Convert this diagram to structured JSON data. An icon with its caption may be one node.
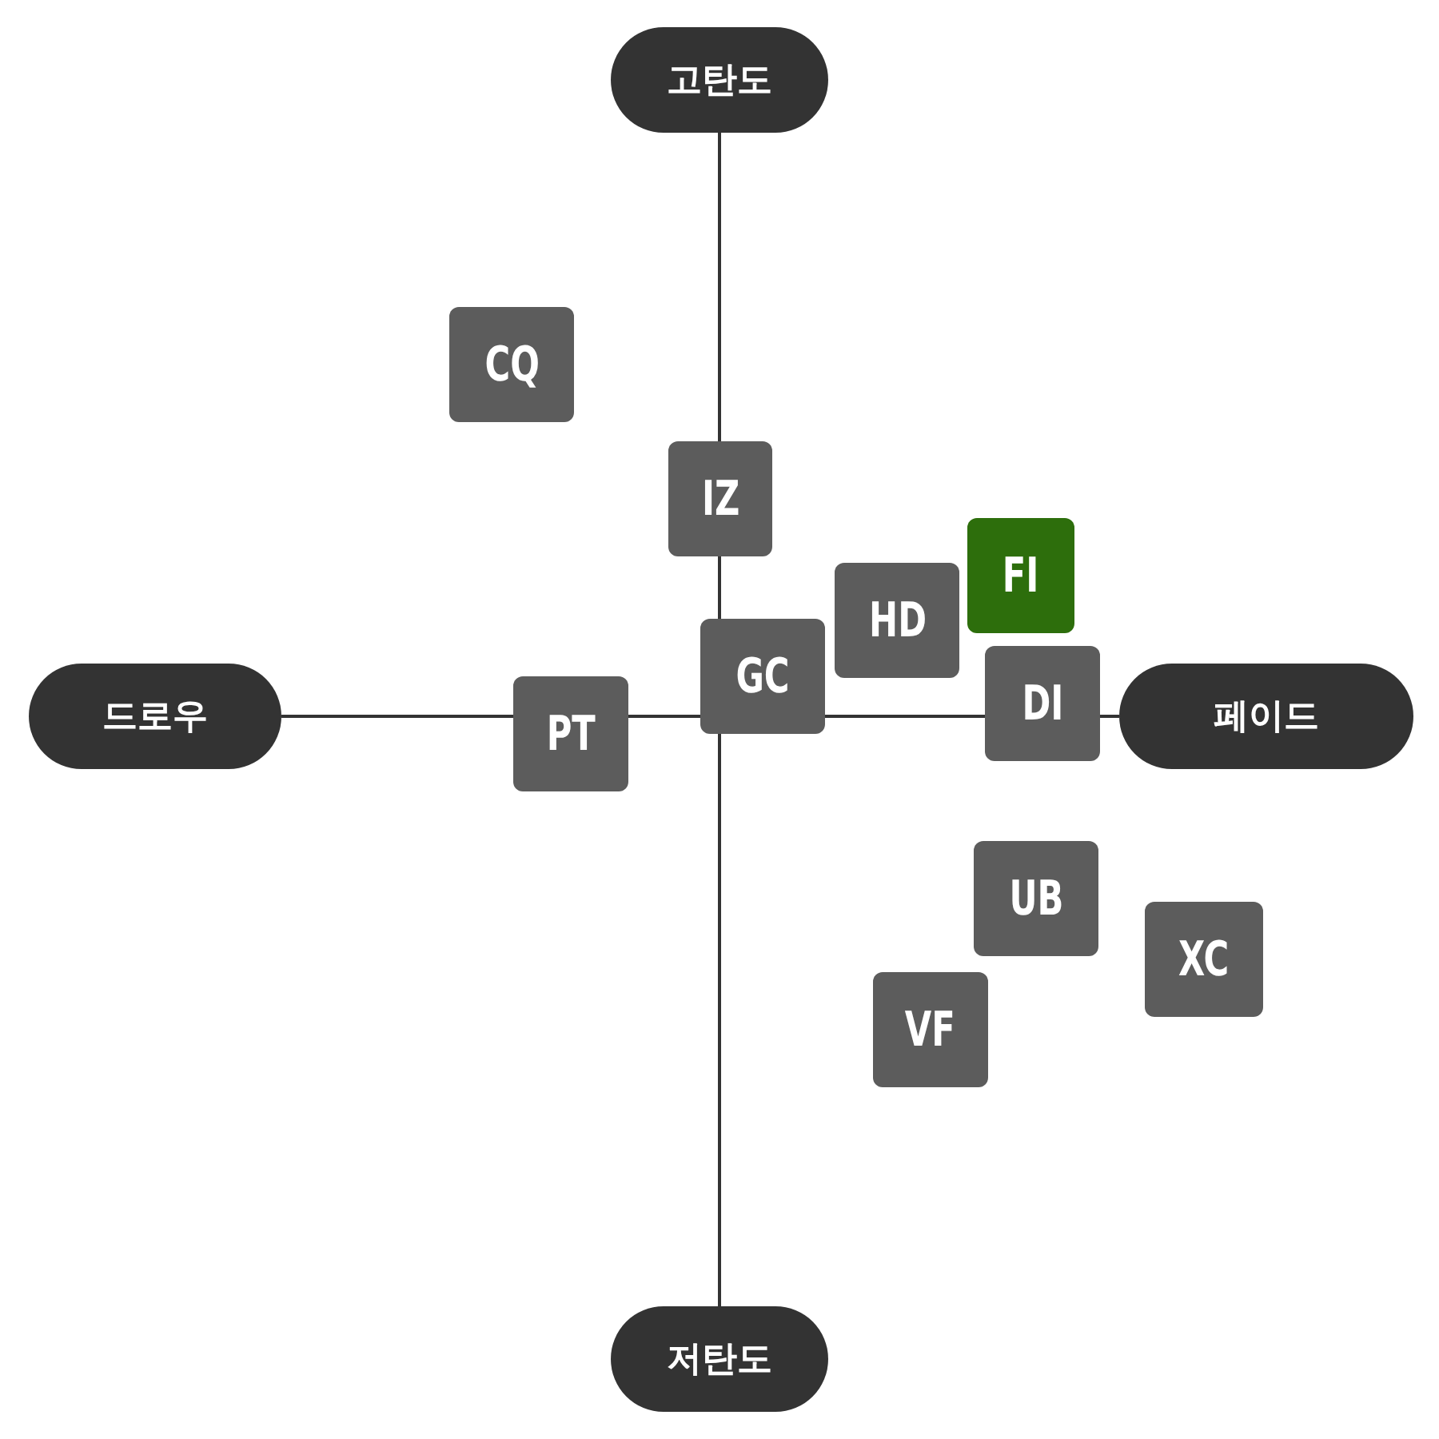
{
  "diagram": {
    "nodes": [
      {
        "text": [
          "고탄도"
        ]
      },
      {
        "text": [
          "저탄도"
        ]
      },
      {
        "text": [
          "드로우"
        ]
      },
      {
        "text": [
          "페이드"
        ]
      },
      {
        "text": [
          "CQ"
        ]
      },
      {
        "text": [
          "IZ"
        ]
      },
      {
        "text": [
          "FI"
        ]
      },
      {
        "text": [
          "HD"
        ]
      },
      {
        "text": [
          "GC"
        ]
      },
      {
        "text": [
          "DI"
        ]
      },
      {
        "text": [
          "PT"
        ]
      },
      {
        "text": [
          "UB"
        ]
      },
      {
        "text": [
          "XC"
        ]
      },
      {
        "text": [
          "VF"
        ]
      }
    ]
  }
}
